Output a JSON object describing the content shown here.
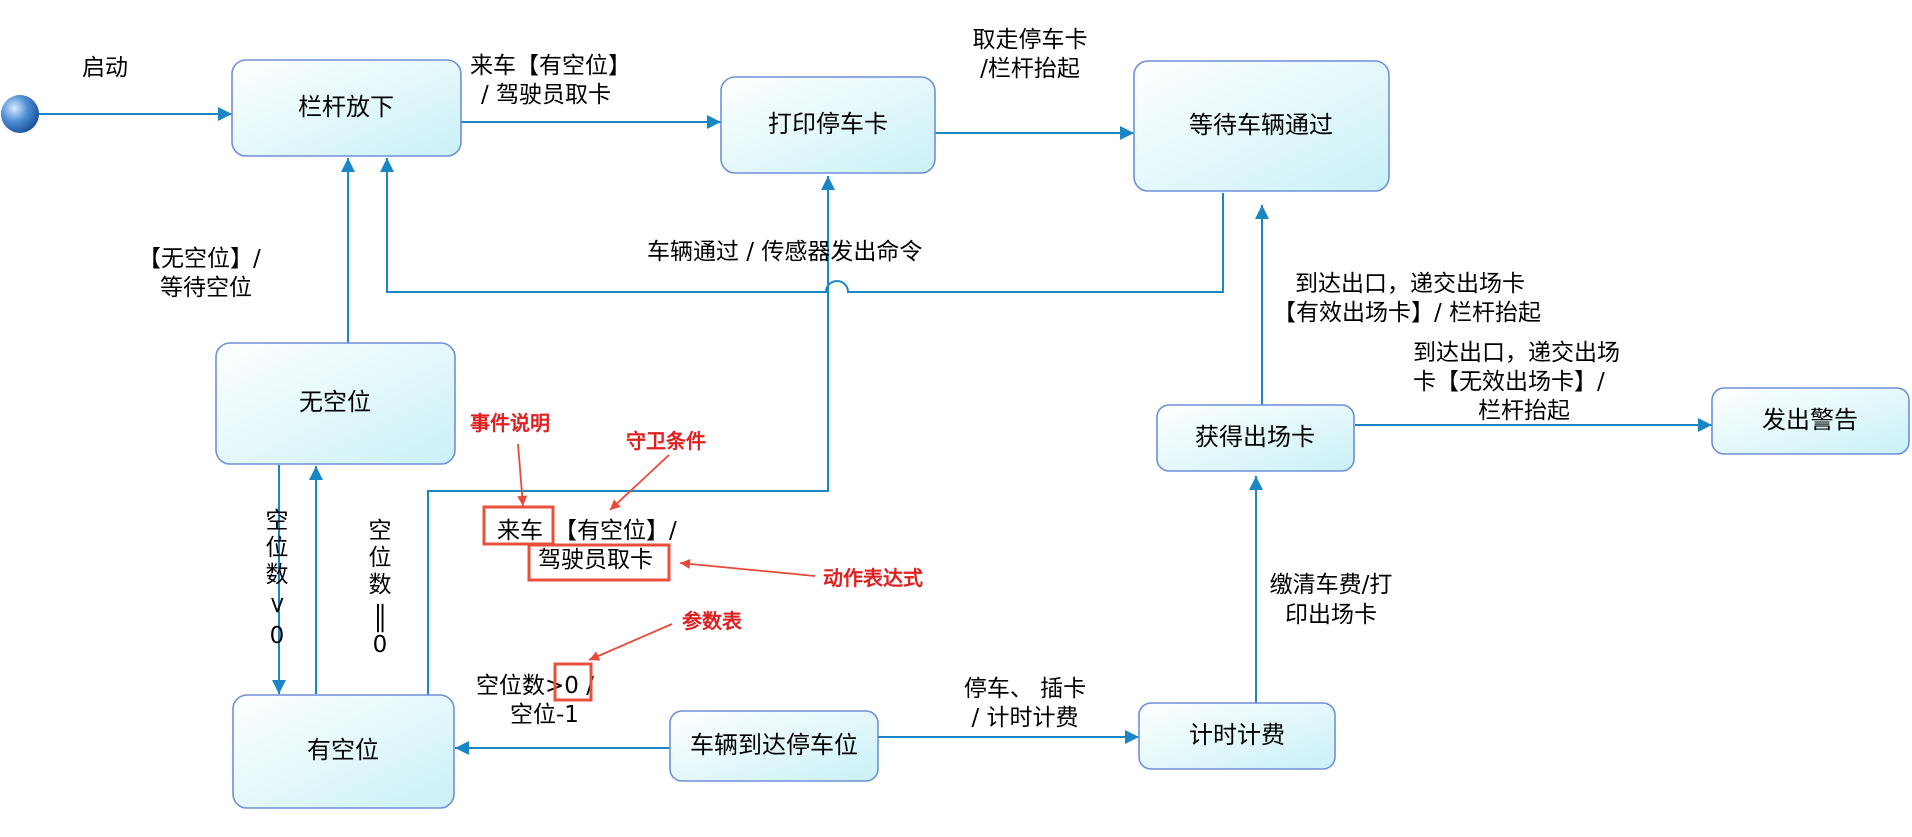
{
  "states": {
    "barrier_down": "栏杆放下",
    "print_card": "打印停车卡",
    "wait_pass": "等待车辆通过",
    "no_space": "无空位",
    "has_space": "有空位",
    "arrive_spot": "车辆到达停车位",
    "timing": "计时计费",
    "get_exit_card": "获得出场卡",
    "alarm": "发出警告"
  },
  "transitions": {
    "start": "启动",
    "come_car_1": "来车【有空位】",
    "come_car_2": "/ 驾驶员取卡",
    "take_card_1": "取走停车卡",
    "take_card_2": "/栏杆抬起",
    "passed": "车辆通过 / 传感器发出命令",
    "no_space_1": "【无空位】/",
    "no_space_2": "等待空位",
    "gt_zero": [
      "空",
      "位",
      "数",
      ">",
      "0"
    ],
    "eq_zero": [
      "空",
      "位",
      "数",
      "=",
      "=",
      "0"
    ],
    "dec_1": "空位数>0 /",
    "dec_2": "空位-1",
    "park_1": "停车、 插卡",
    "park_2": "/ 计时计费",
    "pay_1": "缴清车费/打",
    "pay_2": "印出场卡",
    "valid_1": "到达出口，递交出场卡",
    "valid_2": "【有效出场卡】/ 栏杆抬起",
    "invalid_1": "到达出口，递交出场",
    "invalid_2": "卡【无效出场卡】/",
    "invalid_3": "栏杆抬起"
  },
  "example": {
    "event": "来车",
    "guard": "【有空位】/",
    "action": "驾驶员取卡"
  },
  "annotations": {
    "event": "事件说明",
    "guard": "守卫条件",
    "action": "动作表达式",
    "params": "参数表"
  }
}
